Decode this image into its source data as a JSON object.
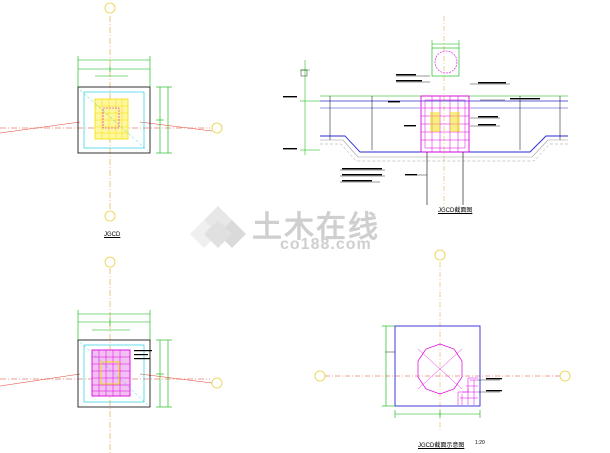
{
  "drawing": {
    "background": "#ffffff",
    "colors": {
      "axis": "#e0402f",
      "axis_v": "#d7a030",
      "dim": "#00b400",
      "cyan": "#00c8d8",
      "magenta": "#e000e0",
      "blue": "#2a2ad0",
      "yellow": "#f0e000",
      "dark": "#000000",
      "grey": "#9a9a9a"
    },
    "labels": {
      "plan_top_left": "JGCD",
      "section_top_right": "JGCD截面图",
      "plan_bottom_right": "JGCD截面示意图",
      "scale_bottom_right": "1:20"
    },
    "watermark": {
      "cn": "土木在线",
      "en": "co188.com",
      "icon": "co188-logo-icon"
    }
  }
}
